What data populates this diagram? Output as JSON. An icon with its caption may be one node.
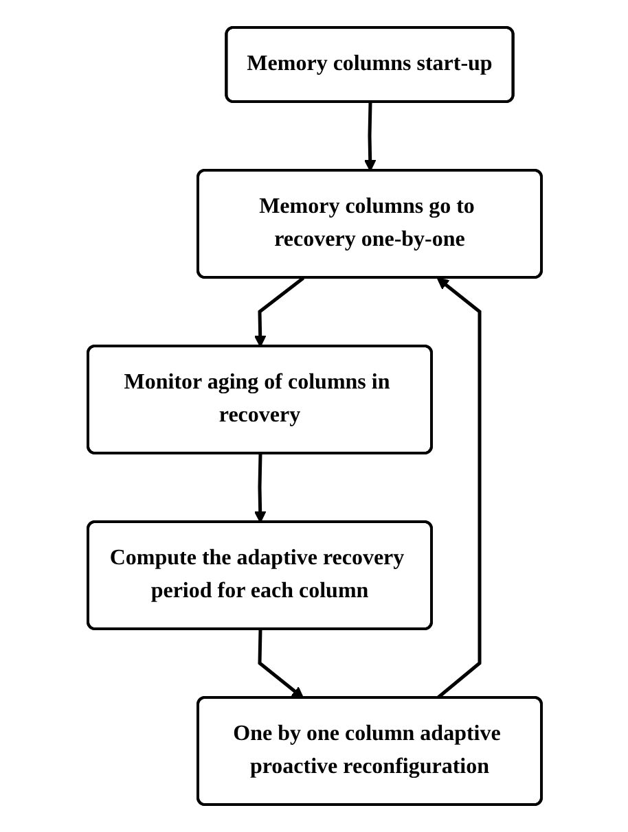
{
  "diagram": {
    "nodes": [
      {
        "text": [
          "Memory columns start-up"
        ]
      },
      {
        "text": [
          "Memory columns go to recovery one-by-one"
        ]
      },
      {
        "text": [
          "Monitor aging of columns in recovery"
        ]
      },
      {
        "text": [
          "Compute the adaptive recovery period for each column"
        ]
      },
      {
        "text": [
          "One by one column adaptive proactive reconfiguration"
        ]
      }
    ],
    "edges": [
      {
        "from": 0,
        "to": 1,
        "arrow": "to"
      },
      {
        "from": 1,
        "to": 2,
        "arrow": "to"
      },
      {
        "from": 2,
        "to": 3,
        "arrow": "to"
      },
      {
        "from": 3,
        "to": 4,
        "arrow": "to"
      },
      {
        "from": 4,
        "to": 1,
        "arrow": "to"
      }
    ]
  }
}
